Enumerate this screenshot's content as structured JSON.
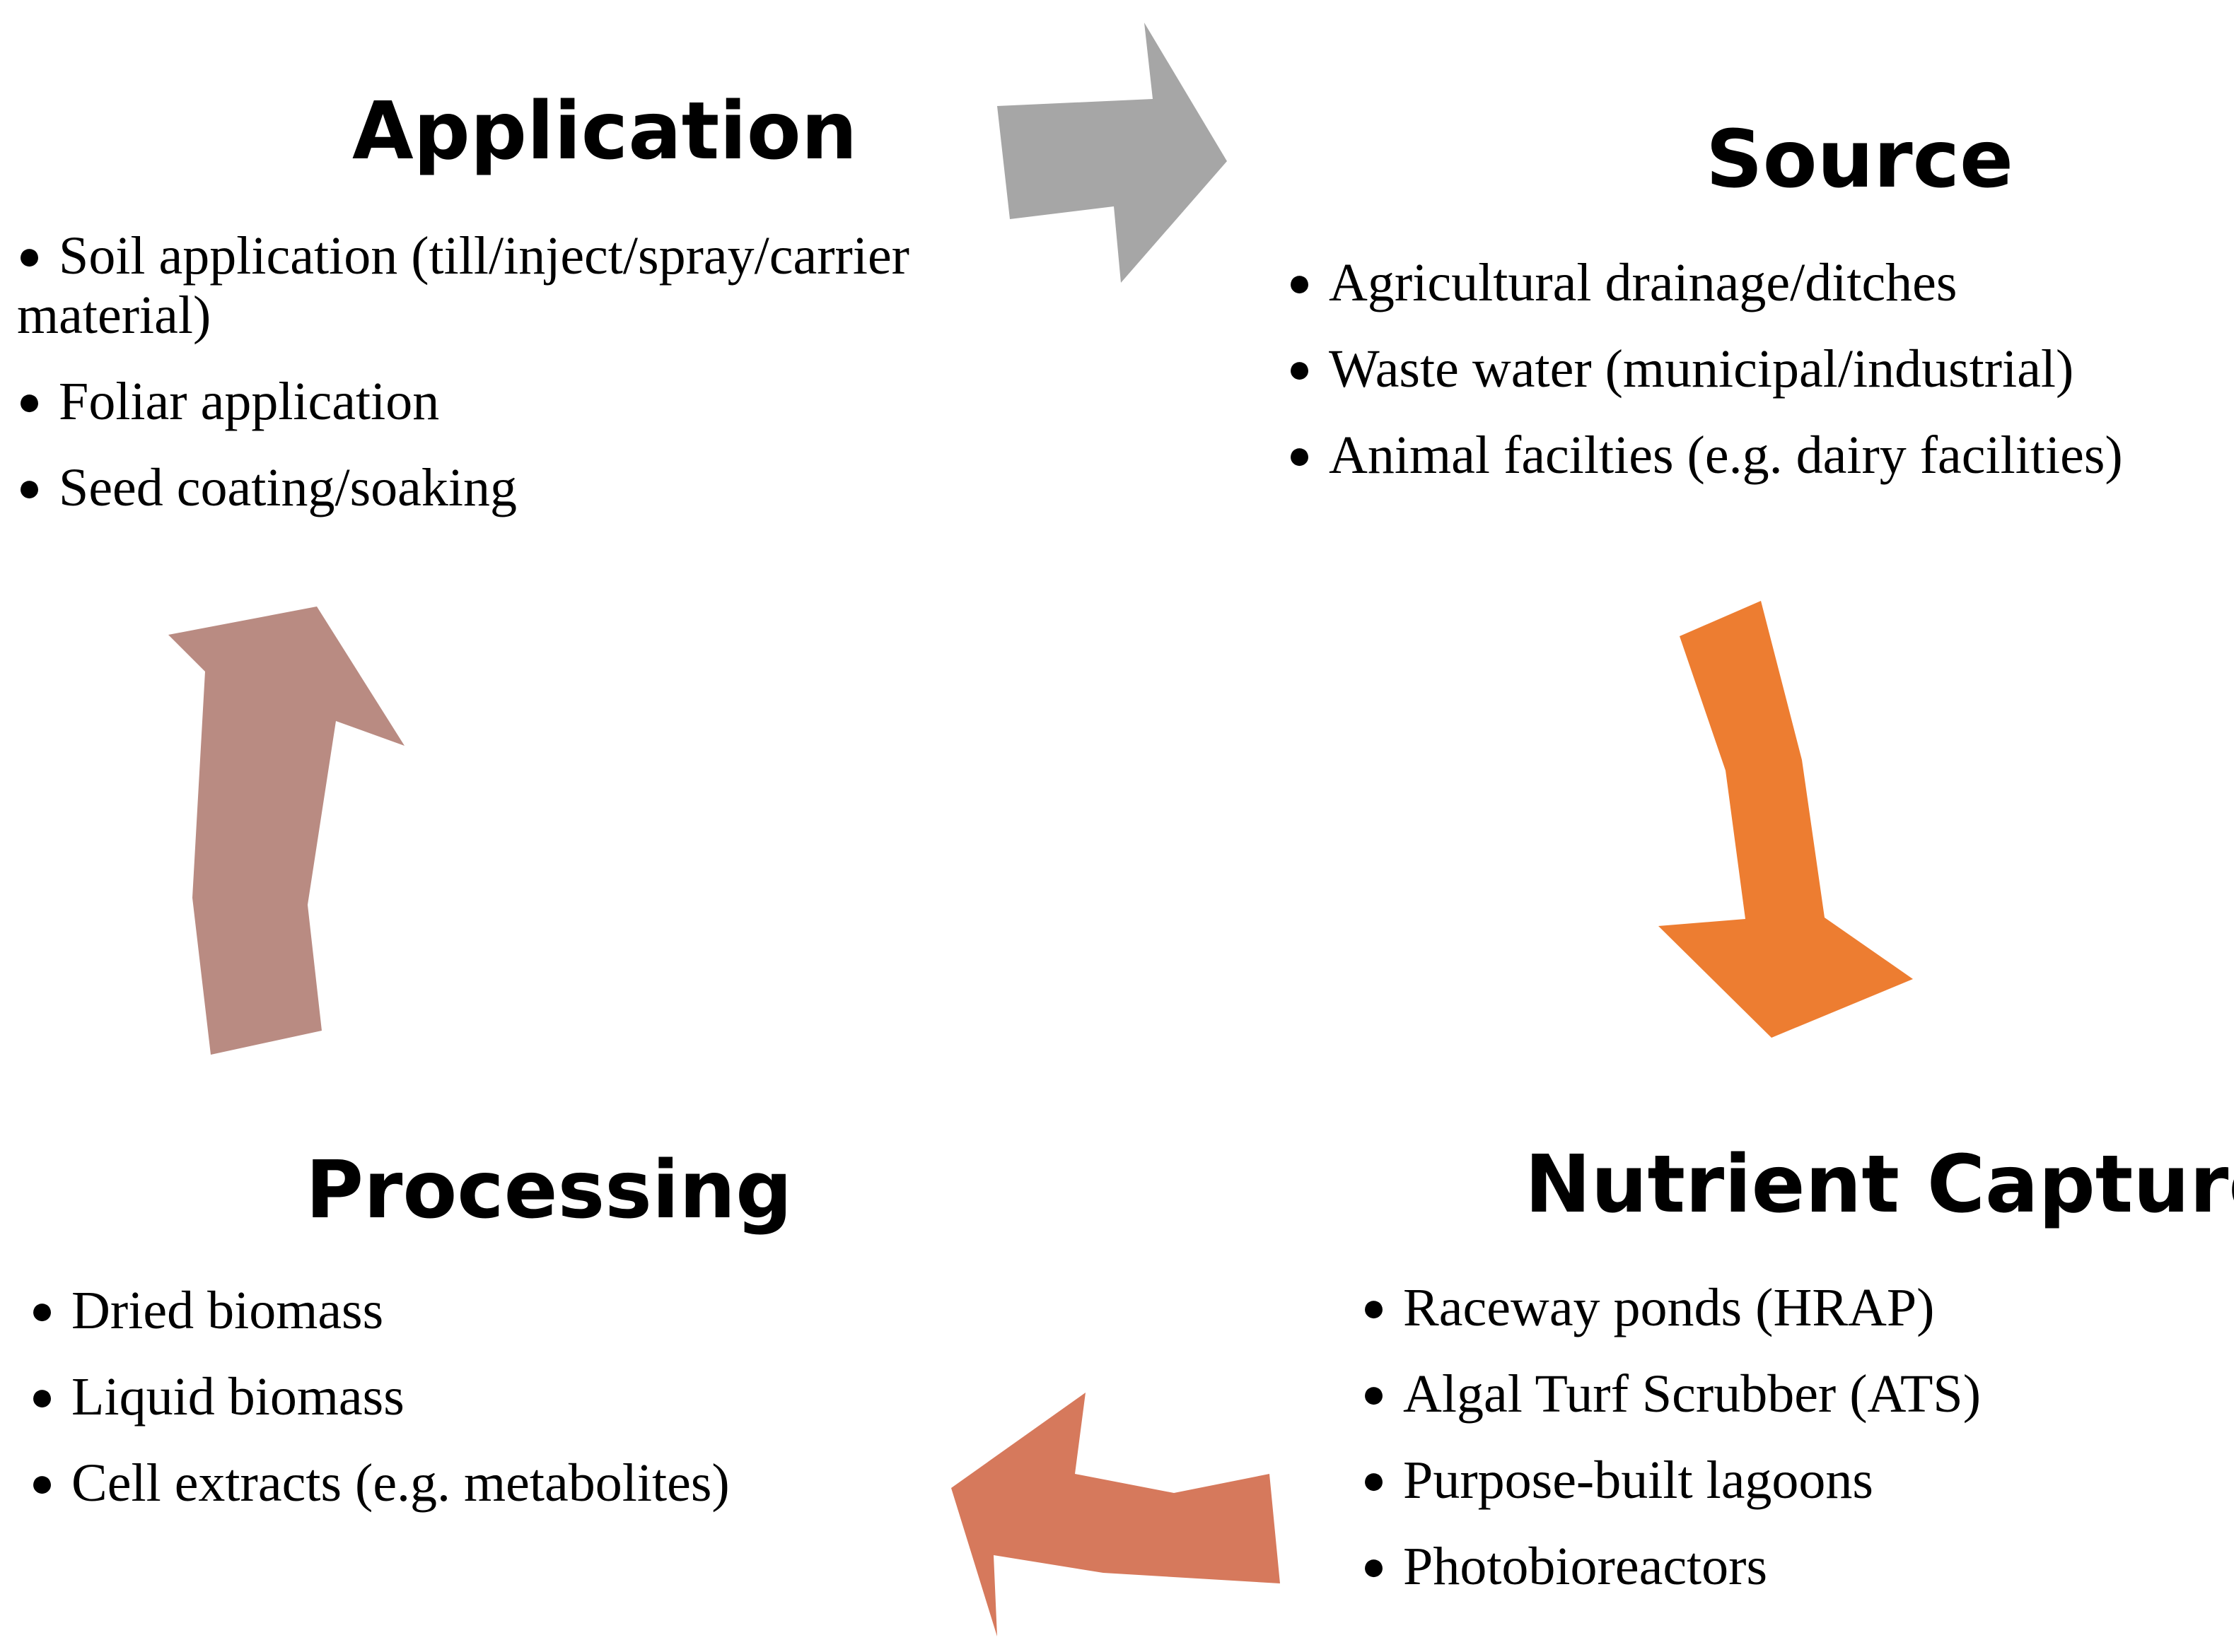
{
  "sections": {
    "application": {
      "title": "Application",
      "items": [
        "Soil application (till/inject/spray/carrier material)",
        "Foliar application",
        "Seed coating/soaking"
      ]
    },
    "source": {
      "title": "Source",
      "items": [
        "Agricultural drainage/ditches",
        "Waste water (municipal/industrial)",
        "Animal facilties (e.g. dairy facilities)"
      ]
    },
    "nutrient_capture": {
      "title": "Nutrient Capture",
      "items": [
        "Raceway ponds (HRAP)",
        "Algal Turf Scrubber (ATS)",
        "Purpose-built lagoons",
        "Photobioreactors"
      ]
    },
    "processing": {
      "title": "Processing",
      "items": [
        "Dried biomass",
        "Liquid biomass",
        "Cell extracts (e.g. metabolites)"
      ]
    }
  },
  "bullet_glyph": "●",
  "arrows": [
    {
      "from": "Application",
      "to": "Source",
      "color": "#A6A6A6"
    },
    {
      "from": "Source",
      "to": "Nutrient Capture",
      "color": "#ED7D31"
    },
    {
      "from": "Nutrient Capture",
      "to": "Processing",
      "color": "#D6795C"
    },
    {
      "from": "Processing",
      "to": "Application",
      "color": "#B98B82"
    }
  ]
}
